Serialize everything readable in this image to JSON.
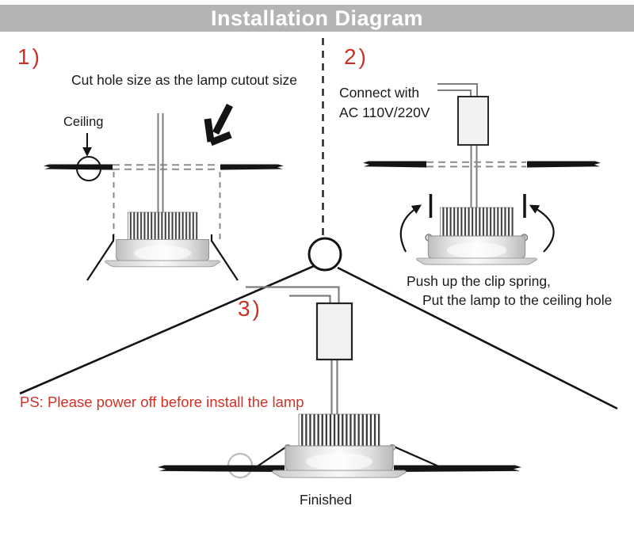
{
  "window": {
    "title": "Installation Diagram"
  },
  "colors": {
    "title_bar_bg": "#b4b4b4",
    "title_text": "#ffffff",
    "accent_red": "#cb3029",
    "line_black": "#1a1a1a",
    "wire_gray": "#7d7d7d",
    "dash_gray": "#8a8a8a",
    "lamp_body_light": "#f7f7f7",
    "lamp_body_shade": "#c3c3c3"
  },
  "step1": {
    "number": "1)",
    "caption": "Cut hole size as the lamp cutout size",
    "ceiling_label": "Ceiling"
  },
  "step2": {
    "number": "2)",
    "caption_line1": "Connect with",
    "caption_line2": "AC 110V/220V",
    "note_line1": "Push up the clip spring,",
    "note_line2": "Put the lamp to the ceiling hole"
  },
  "step3": {
    "number": "3)",
    "warning": "PS: Please power off before install the lamp",
    "status": "Finished"
  },
  "icons": {
    "step1_cut_arrow": "thick-down-left-arrow",
    "ceiling_pointer": "down-arrow",
    "step2_spring_arrows": "curved-up-arrow",
    "center_connector": "circle-callout",
    "hole_marker": "light-circle"
  }
}
